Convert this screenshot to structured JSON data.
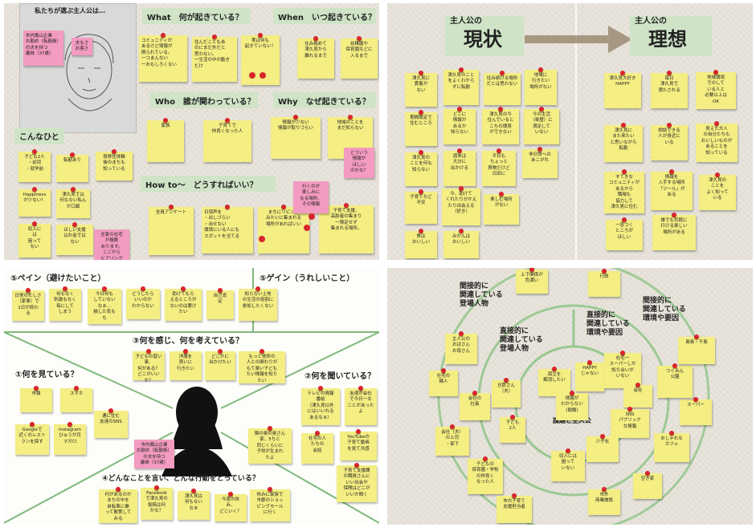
{
  "persona": {
    "board_title": "私たちが選ぶ主人公は…",
    "portrait_title": "市内鳳山企業\nお勤め（転勤族）\nの夫を持つ\n義妹（37歳）",
    "portrait_small": "夫もさ\nお客さ",
    "konna_header": "こんなひと",
    "konna_notes": [
      "子ども2人\n・幼児\n・就学前",
      "転勤あり",
      "夜移住体験\n後のまちも\n知っている",
      "Happiness\nが少ない！",
      "津久見では\n何もない私ん\nが口癖",
      "収入に\nは\n困って\nない",
      "ほしい支援\nはお金では\nない"
    ],
    "what_header": "What　何が起きている？",
    "what_notes": [
      "コミュニティが\nあるけど情報が\n限られている。\n一つまんない\n一おもしろくない",
      "住んだこともあ\nのにまだ外だと\n思わない。\n一生活の中の動き\nだけ",
      "実は何も\n起きていない！"
    ],
    "when_header": "When　いつ起きている？",
    "when_notes": [
      "住み始めて\n津久見から\n離れるまで",
      "幼稚園や\n保育園などに\n入るまで"
    ],
    "who_header": "Who　誰が関わっている？",
    "who_notes": [
      "家族",
      "子育てで\n仲良くなった人"
    ],
    "why_header": "Why　なぜ起きている？",
    "why_notes": [
      "情報が少ない\n情報が取りづらい",
      "地域のことを\nまだ知らない",
      "どういう\n情報が\nほしい\nのかな？"
    ],
    "howto_header": "How to〜　どうすればいい？",
    "howto_notes": [
      "全員アンケート",
      "日頃声を\n・出しづらい\n・出せない\n環境にいる人にも\nスポットを当てる",
      "まちにリビング\nみたいに集まれる\n場所があればいい",
      "子育て支援、\n高齢者の集まり\n一限定せず\n集まれる場所。",
      "行くのが\n楽しみに\nなる場所、\nその情報",
      "全家の社宅\nが複数\nあります。\nここから\nヒアリング"
    ]
  },
  "state": {
    "current_sub": "主人公の",
    "current_title": "現状",
    "ideal_sub": "主人公の",
    "ideal_title": "理想",
    "current_notes": [
      "津久見に\n愛着が\nない",
      "津久見のこと\nをよくわから\nずに転勤",
      "住み続ける場所\nだとは思わない",
      "地域に\n行きたい\n場所がない",
      "期間限定で\n住むところ",
      "どこに\n情報が\nあるか\n知らない",
      "津久見の今\n住んでいると\nこちの環境\nができない",
      "今の生活\n（楽歴）に\n満足して\nいない",
      "津久見の\nことを何も\n知らない",
      "週末は\n大分に\n出かける",
      "平日も\nちょっと\n買物だけど\n日田に",
      "非日常への\nあこがれ",
      "子育てなど\n不安",
      "今、助けて\nくれたり分かえ\nたり出会える\n（好き）",
      "楽しむ場所\nがない",
      "魚は\nおいしい",
      "みかんは\nおいしい"
    ],
    "ideal_notes": [
      "津久見大好き\nHAPPY",
      "毎日\n津久見で\n満たされる",
      "地域環境\nでのして\nいる人と\n必要以上は\nOK",
      "津久見に\nまた来たい\nと思いながら\n転勤",
      "相談できる\n人が身近に\nいる",
      "見えた大人\nの自分たちも\nおいしいものが\nあることを\n知っている",
      "すてきな\nコミュニティが\nあるから\n職場も\n協力して\n津久見に住む",
      "情報を\n入手する場所\n「ツール」が\nある",
      "津久見の\nことを\nよく知って\nいる",
      "一息つく\nところが\nほしい",
      "誰でも気軽に\n行ける楽しい\n場所がある"
    ]
  },
  "journey": {
    "pain_header": "⑤ペイン（避けたいこと）",
    "gain_header": "⑤ゲイン（うれしいこと）",
    "pain_notes": [
      "日常の忙しさ\n（家事）で\n1日が終わ\nる",
      "何もなく\n刺激もなく\n毎にして\nしまう",
      "今日何も\nしていない\nなぁ…\n損した気も\nち",
      "どうしたら\nいいのか\nわからない",
      "助けてもら\nえるところが\nないのは悪け\nたい",
      "自己肯\n定",
      "知らない土地\nの生活の役割に\n参加したくない"
    ],
    "think_header": "③何を感じ、何を考えている？",
    "think_notes": [
      "子どもの習い事、\n何がある？\nどこがいいか？",
      "洋服を\n買いに\n行きたい",
      "どこかに\n出かけたい",
      "もっと他所の\n人との関わりが\nもて楽い子ども\nたい情報を知り\nたい"
    ],
    "see_header": "①何を見ている？",
    "see_notes": [
      "市報",
      "スマホ",
      "Googleで\n近くのレスト\nランを探す",
      "Instagram\nひゅうが月\nマガロ",
      "通に住む\n友達のSNS"
    ],
    "hear_header": "②何を聞いている？",
    "hear_notes": [
      "テレビの情報\n番組\n（津久見以外\nにはいいれる\nあるなぁ）",
      "友達が会社\nで今日一な\nことがあった\nよ",
      "隣の奥の奥さん\n家、5ちと\n同じくらいに\n子供が生まれ\nたよ",
      "社宅の人\nたちの\n会話",
      "YouTubeの\n子育て動画\nを見て共感",
      "子育て支援課\nの職員さんに\nいい出会や\n保険はどこが\nいいか聞く"
    ],
    "say_header": "④どんなことを言い、どんな行動をとっている？",
    "say_notes": [
      "何があるのか\nまちの中を\n自転車に乗\nって散策して\nみる",
      "Facebook\nで津久見の\n投稿は何\nかな？",
      "津久見は\n何もない\nなぁ",
      "今度の休\nみ、\nどこいく？",
      "休みに家族で\n市郡のショッ\nピングモール\nに行く"
    ],
    "center_badge": "市内鳳山企業\nお勤め（転勤族）\nの夫を持つ\n義妹（37歳）"
  },
  "ecosystem": {
    "indirect_people": "間接的に\n関連している\n登場人物",
    "direct_people": "直接的に\n関連している\n登場人物",
    "direct_env": "直接的に\n関連している\n環境や要因",
    "indirect_env": "間接的に\n関連している\n環境や要因",
    "core": "課題と主人公",
    "notes": [
      "上下関係が\n色濃い",
      "行政",
      "主人公の\nおばさん\nお母さん",
      "社宅の\n隣人",
      "会社の\n社長",
      "会社（夫）\nの上司\n・部下",
      "子どもの\n保育園・学校\nの仲良く\nなった人",
      "市の子育て\n支援担当者",
      "旦那さん\n（夫）",
      "子ども\n2人",
      "孤立を\n解消したい",
      "HAPPY\nじゃない",
      "情報が\nわからない\n（閉鎖）",
      "社宅一\nスーパーしか\n知り合いが\nいない",
      "会社",
      "SNS\nパブリック\nな情報",
      "少子化",
      "収入には\n困って\nいない",
      "市外\n商業施設",
      "空き家",
      "おしゃれな\nカフェ",
      "スーパー",
      "つぐみん\n公園",
      "島島・千島"
    ]
  }
}
